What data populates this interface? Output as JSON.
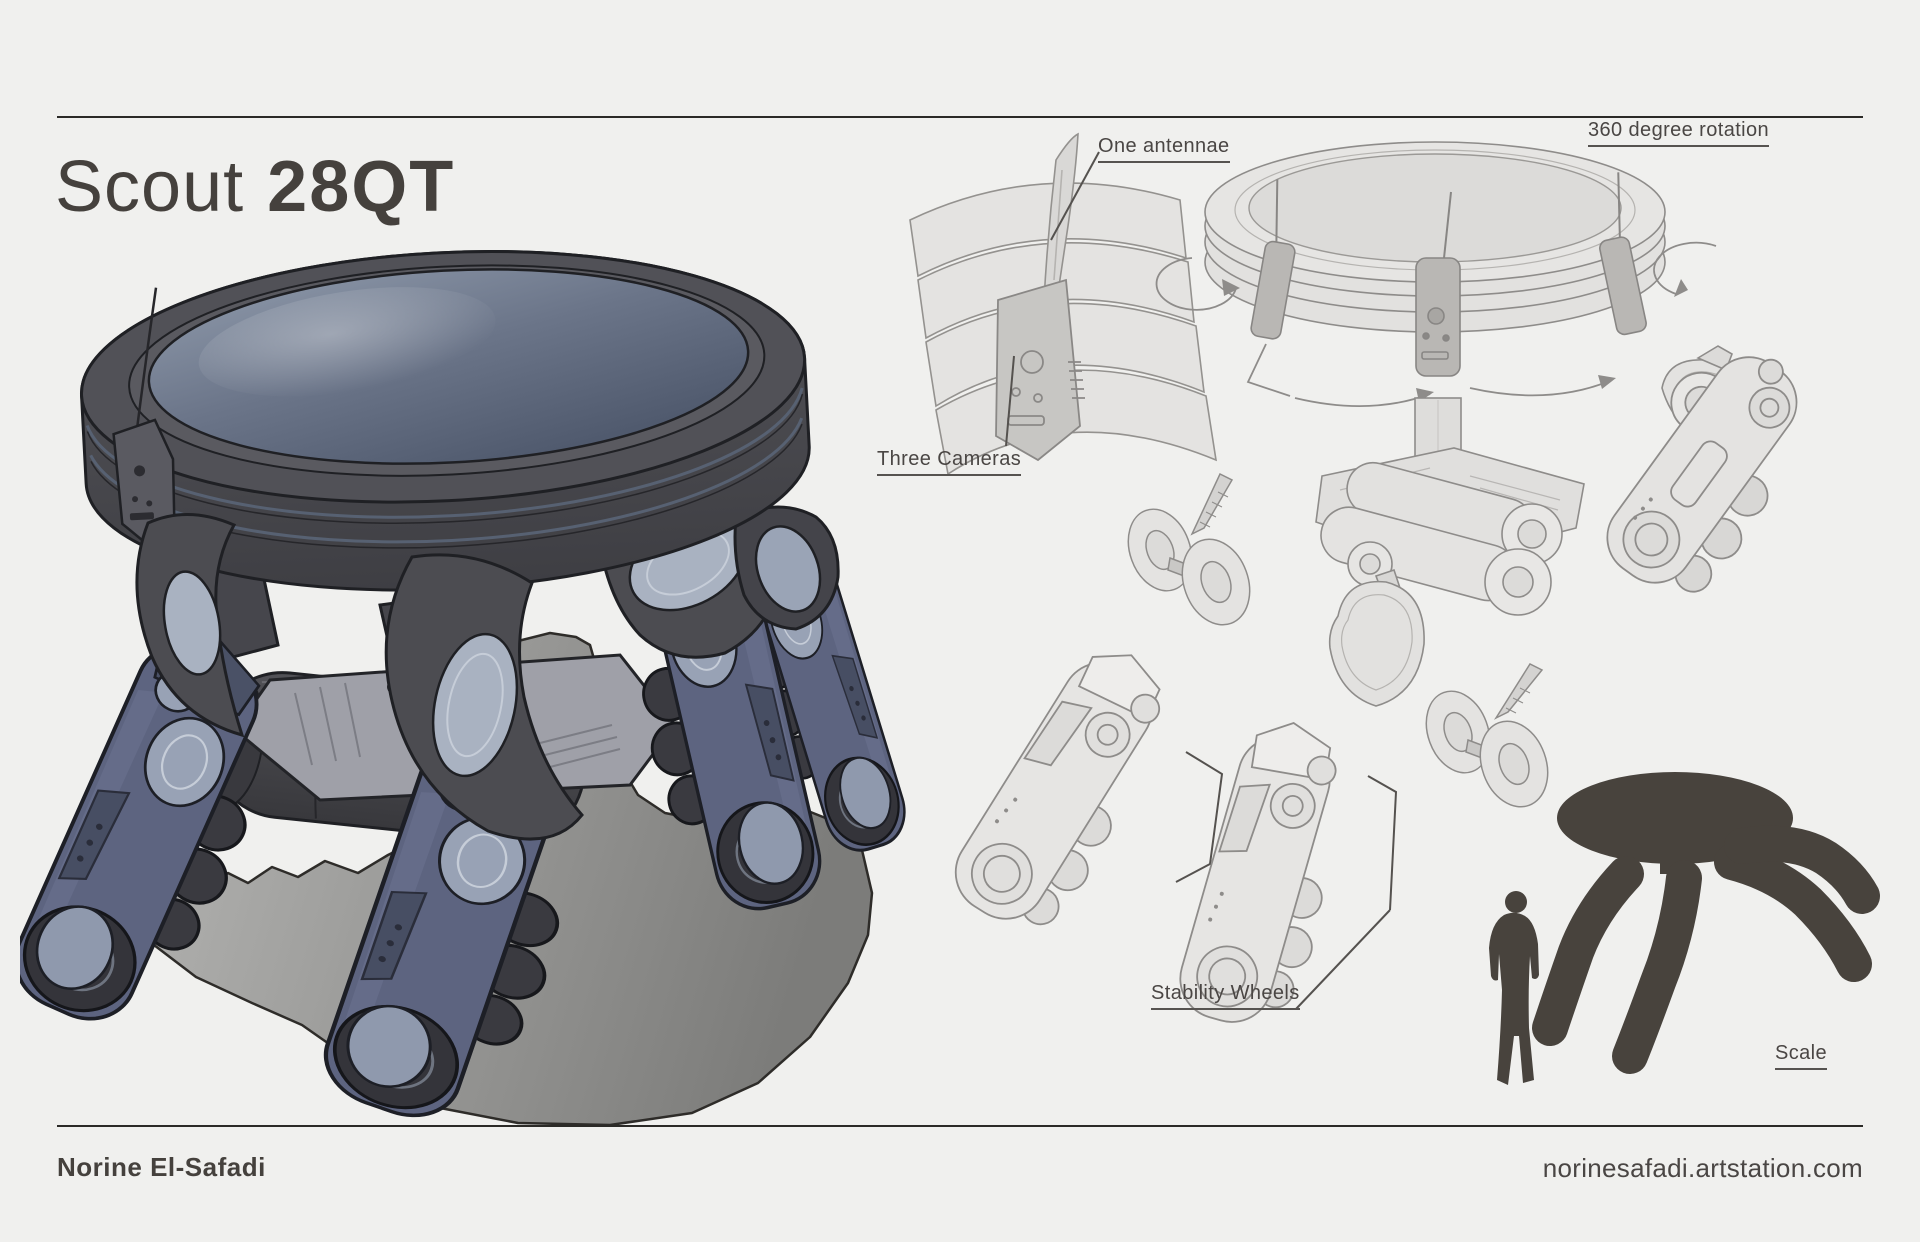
{
  "header": {
    "title_regular": "Scout",
    "title_bold": "28QT"
  },
  "annotations": {
    "antennae": "One antennae",
    "rotation": "360 degree rotation",
    "cameras": "Three Cameras",
    "stability": "Stability Wheels",
    "scale": "Scale"
  },
  "footer": {
    "artist": "Norine El-Safadi",
    "website": "norinesafadi.artstation.com"
  },
  "illustrations": {
    "main": "scout-28qt-robot-rendered-view",
    "edge_detail": "disc-edge-closeup-with-antenna-and-cameras",
    "rotating_disc": "disc-top-360-rotation-view",
    "chassis": "chassis-underside-drawing",
    "leg_assembly": "leg-assembly-with-hip-shield",
    "stability_wheels": "two-stability-wheel-assemblies",
    "foot_pad": "foot-shield-pad",
    "track_legs": "two-track-leg-drawings",
    "scale_comparison": "robot-silhouette-vs-human"
  },
  "colors": {
    "background": "#f0f0ee",
    "rule": "#2b2a27",
    "title_text": "#45413d",
    "label_text": "#4a4644",
    "line_art_stroke": "#8f8d8b",
    "line_art_fill": "#e3e2e0",
    "line_art_dark_fill": "#bdbbb8",
    "silhouette": "#48433d",
    "robot_rim": "#4a4a4e",
    "robot_dish_light": "#8e99ab",
    "robot_dish_dark": "#4e586c",
    "robot_chassis": "#9fa0a8",
    "robot_body_dark": "#46464a",
    "robot_leg": "#5d6480",
    "robot_pod": "#a9b2c1",
    "robot_wheel": "#35353a",
    "shadow_light": "#b2b2b0",
    "shadow_dark": "#7d7d7b"
  }
}
